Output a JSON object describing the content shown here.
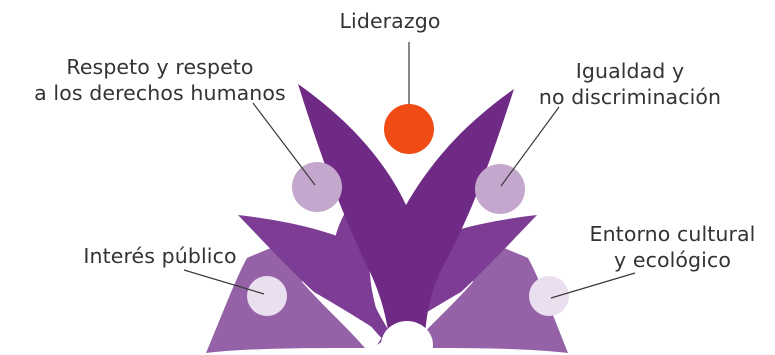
{
  "values": {
    "top": "Liderazgo",
    "upper_left": "Respeto y respeto\na los derechos humanos",
    "upper_right": "Igualdad y\nno discriminación",
    "lower_left": "Interés público",
    "lower_right": "Entorno cultural\ny ecológico"
  },
  "colors": {
    "petal_dark": "#6f2a86",
    "petal_mid": "#7d3d94",
    "petal_light": "#9562a8",
    "circle_top": "#f14b15",
    "circle_mid": "#c4a7cc",
    "circle_light": "#eadfee",
    "connector": "#3a3a3a",
    "text": "#333333"
  }
}
